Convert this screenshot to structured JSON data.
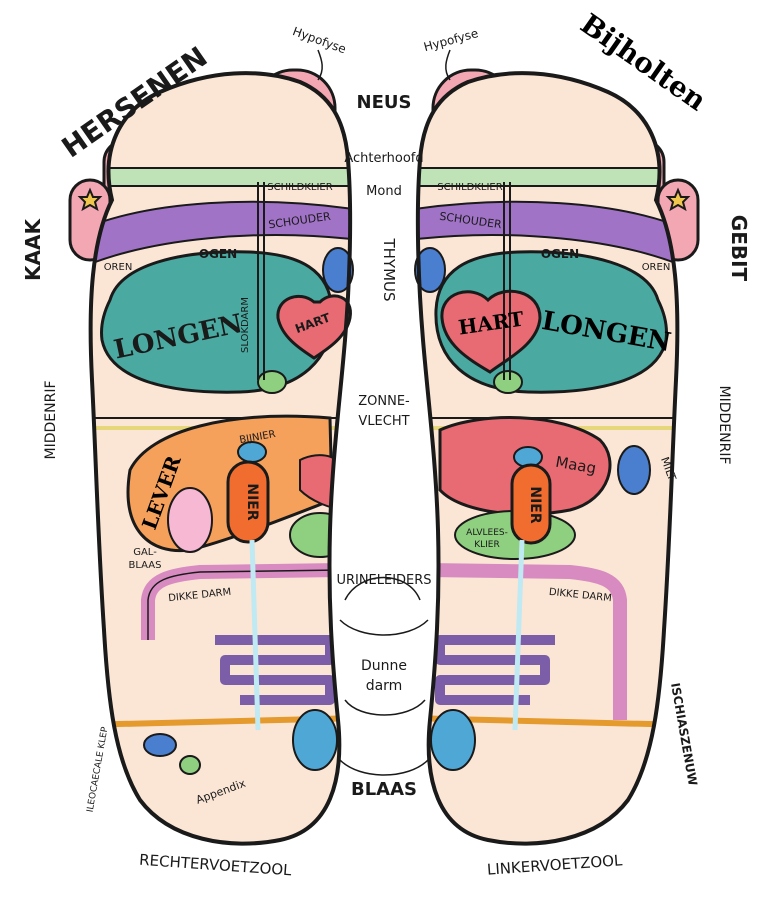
{
  "labels": {
    "hersenen": "HERSENEN",
    "bijholten": "Bijholten",
    "kaak": "KAAK",
    "gebit": "GEBIT",
    "hypofyse_r": "Hypofyse",
    "hypofyse_l": "Hypofyse",
    "neus": "NEUS",
    "achterhoofd": "Achterhoofd",
    "mond": "Mond",
    "thymus": "THYMUS",
    "zonnevlecht_1": "ZONNE-",
    "zonnevlecht_2": "VLECHT",
    "middenrif_r": "MIDDENRIF",
    "middenrif_l": "MIDDENRIF",
    "urineleiders": "URINELEIDERS",
    "dunne_darm_1": "Dunne",
    "dunne_darm_2": "darm",
    "blaas": "BLAAS",
    "ischiaszenuw": "ISCHIASZENUW",
    "ileocaecale_klep": "ILEOCAECALE KLEP",
    "rechtervoetzool": "RECHTERVOETZOOL",
    "linkervoetzool": "LINKERVOETZOOL"
  },
  "organs_right": {
    "schildklier": "SCHILDKLIER",
    "schouder": "SCHOUDER",
    "ogen": "OGEN",
    "oren": "OREN",
    "longen": "LONGEN",
    "slokdarm": "SLOKDARM",
    "hart": "HART",
    "lever": "LEVER",
    "bijnier": "BIJNIER",
    "nier": "NIER",
    "galblaas_1": "GAL-",
    "galblaas_2": "BLAAS",
    "dikke_darm": "DIKKE DARM",
    "appendix": "Appendix"
  },
  "organs_left": {
    "schildklier": "SCHILDKLIER",
    "schouder": "SCHOUDER",
    "ogen": "OGEN",
    "oren": "OREN",
    "longen": "LONGEN",
    "hart": "HART",
    "maag": "Maag",
    "milt": "MILT",
    "nier": "NIER",
    "alvleesklier_1": "ALVLEES-",
    "alvleesklier_2": "KLIER",
    "dikke_darm": "DIKKE DARM"
  },
  "colors": {
    "skin": "#fbe6d6",
    "lungs": "#4aa9a0",
    "heart": "#e86a72",
    "liver": "#f5a15b",
    "kidney": "#f06d2f",
    "stomach": "#e86a72",
    "spleen": "#4a7fd0",
    "gallbladder": "#f6b8d2",
    "pancreas": "#8fcf80",
    "shoulder": "#a173c7",
    "toe": "#f3a7b2",
    "colon": "#d88bc1",
    "small_intestine": "#7b5ea7",
    "sciatic": "#e59a2d",
    "bladder": "#4fa7d6",
    "star": "#f1c64d",
    "outline": "#1a1a1a"
  }
}
